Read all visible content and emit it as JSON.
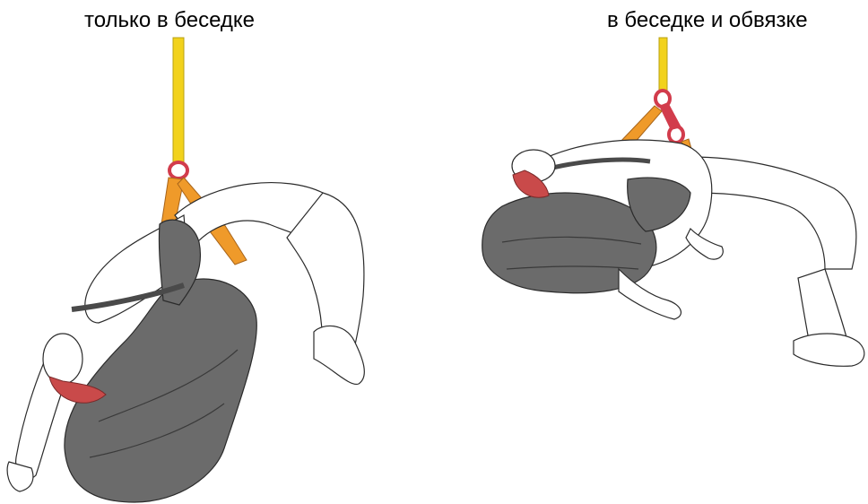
{
  "captions": {
    "left": "только в беседке",
    "right": "в беседке и обвязке"
  },
  "figures": {
    "left": {
      "icon": "hanging-person-seat-harness-only-illustration"
    },
    "right": {
      "icon": "hanging-person-seat-and-chest-harness-illustration"
    }
  },
  "colors": {
    "rope": "#f2d21c",
    "sling": "#ef9a2a",
    "carabiner": "#d23c4c",
    "pack": "#6b6b6b",
    "helmet": "#c94a4a",
    "outline": "#2b2b2b"
  }
}
